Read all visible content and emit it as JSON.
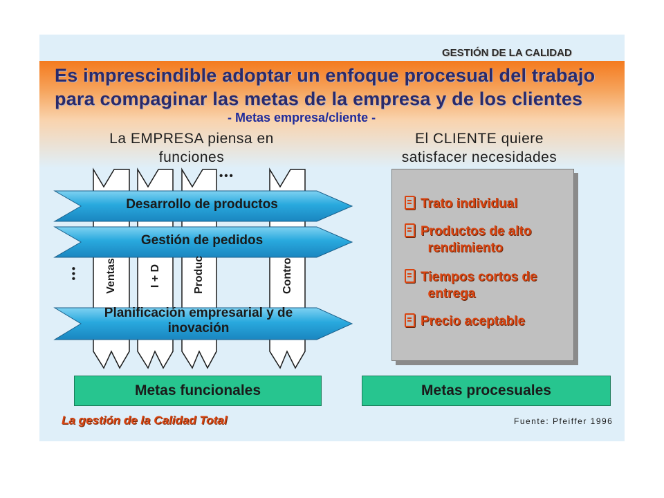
{
  "header": {
    "section_label": "GESTIÓN DE LA CALIDAD",
    "headline_line1": "Es imprescindible adoptar un enfoque procesual del trabajo",
    "headline_line2": "para compaginar las metas de la empresa y de los clientes",
    "subtitle": "- Metas empresa/cliente -"
  },
  "empresa": {
    "heading": "La EMPRESA piensa en funciones",
    "arrows": [
      "Desarrollo de productos",
      "Gestión de pedidos",
      "Planificación empresarial y de inovación"
    ],
    "functions": [
      "Ventas",
      "I + D",
      "Produc",
      "Contro"
    ],
    "ellipsis": "•••"
  },
  "cliente": {
    "heading": "El CLIENTE quiere satisfacer necesidades",
    "needs": [
      "Trato individual",
      "Productos de alto\n  rendimiento",
      "Tiempos cortos de\n  entrega",
      "Precio aceptable"
    ]
  },
  "goals": {
    "functional": "Metas funcionales",
    "procesual": "Metas procesuales"
  },
  "footer": {
    "note": "La gestión de la Calidad Total",
    "source": "Fuente: Pfeiffer 1996"
  },
  "colors": {
    "header_orange": "#f47a1e",
    "arrow_blue": "#22a6dc",
    "goal_green": "#27c58f",
    "need_red": "#d9430f",
    "slide_bg": "#dfeff9"
  }
}
